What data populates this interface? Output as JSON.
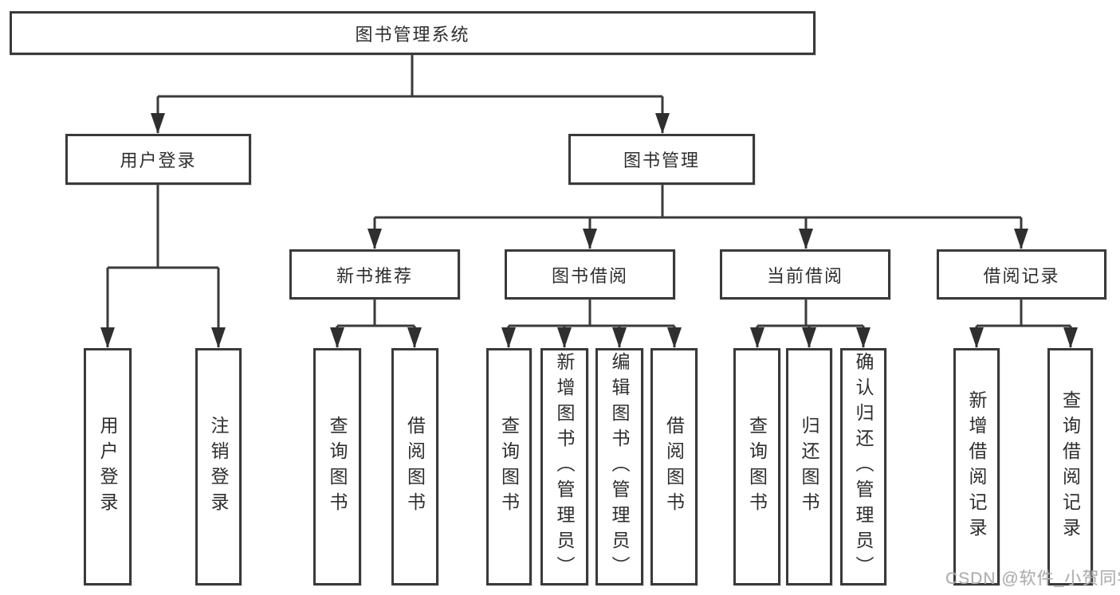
{
  "diagram": {
    "root": {
      "label": "图书管理系统"
    },
    "level2": [
      {
        "id": "user-login",
        "label": "用户登录"
      },
      {
        "id": "book-management",
        "label": "图书管理"
      }
    ],
    "level3": [
      {
        "id": "new-book-recommend",
        "label": "新书推荐"
      },
      {
        "id": "book-borrowing",
        "label": "图书借阅"
      },
      {
        "id": "current-borrowing",
        "label": "当前借阅"
      },
      {
        "id": "borrowing-records",
        "label": "借阅记录"
      }
    ],
    "leaves": [
      {
        "parent": "user-login",
        "label": "用户登录"
      },
      {
        "parent": "user-login",
        "label": "注销登录"
      },
      {
        "parent": "new-book-recommend",
        "label": "查询图书"
      },
      {
        "parent": "new-book-recommend",
        "label": "借阅图书"
      },
      {
        "parent": "book-borrowing",
        "label": "查询图书"
      },
      {
        "parent": "book-borrowing",
        "label": "新增图书（管理员）"
      },
      {
        "parent": "book-borrowing",
        "label": "编辑图书（管理员）"
      },
      {
        "parent": "book-borrowing",
        "label": "借阅图书"
      },
      {
        "parent": "current-borrowing",
        "label": "查询图书"
      },
      {
        "parent": "current-borrowing",
        "label": "归还图书"
      },
      {
        "parent": "current-borrowing",
        "label": "确认归还（管理员）"
      },
      {
        "parent": "borrowing-records",
        "label": "新增借阅记录"
      },
      {
        "parent": "borrowing-records",
        "label": "查询借阅记录"
      }
    ]
  },
  "watermark": {
    "text": "CSDN @软件_小贺同学"
  },
  "colors": {
    "line": "#3a3a3a",
    "box_fill": "#ffffff",
    "text": "#2e2e2e",
    "watermark": "#afaeb2"
  }
}
